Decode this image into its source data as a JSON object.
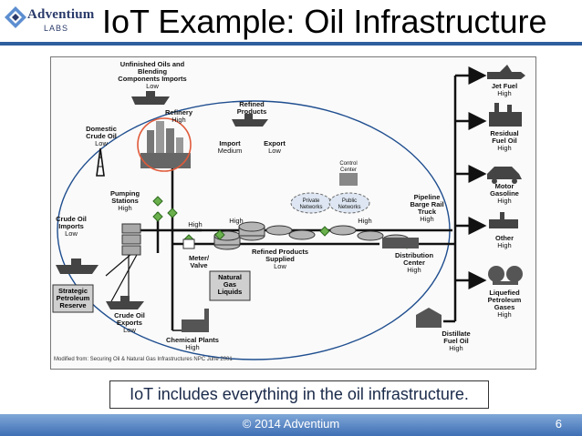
{
  "header": {
    "logo_name": "Adventium",
    "logo_sub": "LABS",
    "title": "IoT Example: Oil Infrastructure"
  },
  "diagram": {
    "source_note": "Modified from: Securing Oil & Natural Gas Infrastructures NPC June 2001",
    "labels": {
      "unfinished_oils": [
        "Unfinished Oils and",
        "Blending",
        "Components Imports"
      ],
      "unfinished_oils_level": "Low",
      "refinery": "Refinery",
      "refinery_level": "High",
      "refined_products": [
        "Refined",
        "Products"
      ],
      "import": "Import",
      "import_level": "Medium",
      "export": "Export",
      "export_level": "Low",
      "domestic_crude": [
        "Domestic",
        "Crude Oil"
      ],
      "domestic_crude_level": "Low",
      "control_center": [
        "Control",
        "Center"
      ],
      "private_networks": [
        "Private",
        "Networks"
      ],
      "public_networks": [
        "Public",
        "Networks"
      ],
      "pumping_stations": [
        "Pumping",
        "Stations"
      ],
      "pumping_stations_level": "High",
      "crude_oil_imports": [
        "Crude Oil",
        "Imports"
      ],
      "crude_oil_imports_level": "Low",
      "high_1": "High",
      "high_2": "High",
      "high_3": "High",
      "pipeline": [
        "Pipeline",
        "Barge Rail",
        "Truck"
      ],
      "pipeline_level": "High",
      "meter_valve": [
        "Meter/",
        "Valve"
      ],
      "natural_gas_liquids": [
        "Natural",
        "Gas",
        "Liquids"
      ],
      "refined_products_supplied": [
        "Refined Products",
        "Supplied"
      ],
      "refined_products_supplied_level": "Low",
      "distribution_center": [
        "Distribution",
        "Center"
      ],
      "distribution_center_level": "High",
      "strategic_reserve": [
        "Strategic",
        "Petroleum",
        "Reserve"
      ],
      "crude_oil_exports": [
        "Crude Oil",
        "Exports"
      ],
      "crude_oil_exports_level": "Low",
      "chemical_plants": "Chemical Plants",
      "chemical_plants_level": "High",
      "distillate": [
        "Distillate",
        "Fuel Oil"
      ],
      "distillate_level": "High",
      "jet_fuel": "Jet Fuel",
      "jet_fuel_level": "High",
      "residual_fuel": [
        "Residual",
        "Fuel Oil"
      ],
      "residual_fuel_level": "High",
      "motor_gasoline": [
        "Motor",
        "Gasoline"
      ],
      "motor_gasoline_level": "High",
      "other": "Other",
      "other_level": "High",
      "lpg": [
        "Liquefied",
        "Petroleum",
        "Gases"
      ],
      "lpg_level": "High"
    }
  },
  "caption": "IoT includes everything in the oil infrastructure.",
  "footer": {
    "copyright": "© 2014 Adventium",
    "page_number": "6"
  },
  "colors": {
    "title_rule": "#2f5f9e",
    "footer": "#3f6fb4",
    "valve_green": "#6ab04c",
    "label_box": "#cfcfcf",
    "refinery_circle": "#e05a3a",
    "ellipse": "#1f4e8f"
  }
}
